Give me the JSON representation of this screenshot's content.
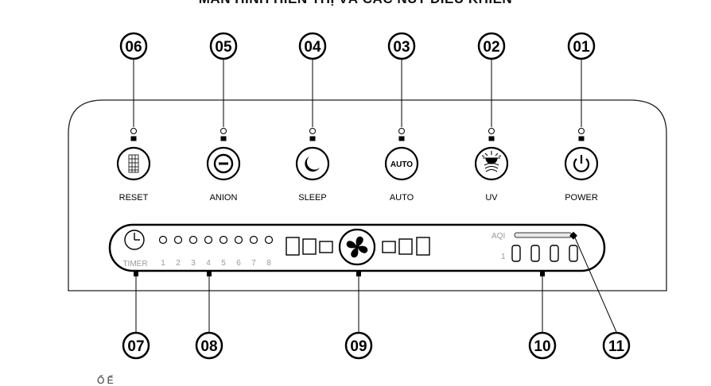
{
  "title": "MÀN HÌNH HIỂN THỊ VÀ CÁC NÚT ĐIỀU KHIỂN",
  "footer": "Ổ Ế",
  "buttons": [
    {
      "number": "06",
      "label": "RESET",
      "icon": "filter-grid-icon"
    },
    {
      "number": "05",
      "label": "ANION",
      "icon": "minus-circle-icon"
    },
    {
      "number": "04",
      "label": "SLEEP",
      "icon": "moon-icon"
    },
    {
      "number": "03",
      "label": "AUTO",
      "icon": "auto-text-icon",
      "icon_text": "AUTO"
    },
    {
      "number": "02",
      "label": "UV",
      "icon": "uv-lamp-icon"
    },
    {
      "number": "01",
      "label": "POWER",
      "icon": "power-icon"
    }
  ],
  "display": {
    "timer_label": "TIMER",
    "timer_numbers": [
      "1",
      "2",
      "3",
      "4",
      "5",
      "6",
      "7",
      "8"
    ],
    "aqi_label": "AQI",
    "aqi_level_label": "1"
  },
  "callouts_bottom": [
    "07",
    "08",
    "09",
    "10",
    "11"
  ]
}
